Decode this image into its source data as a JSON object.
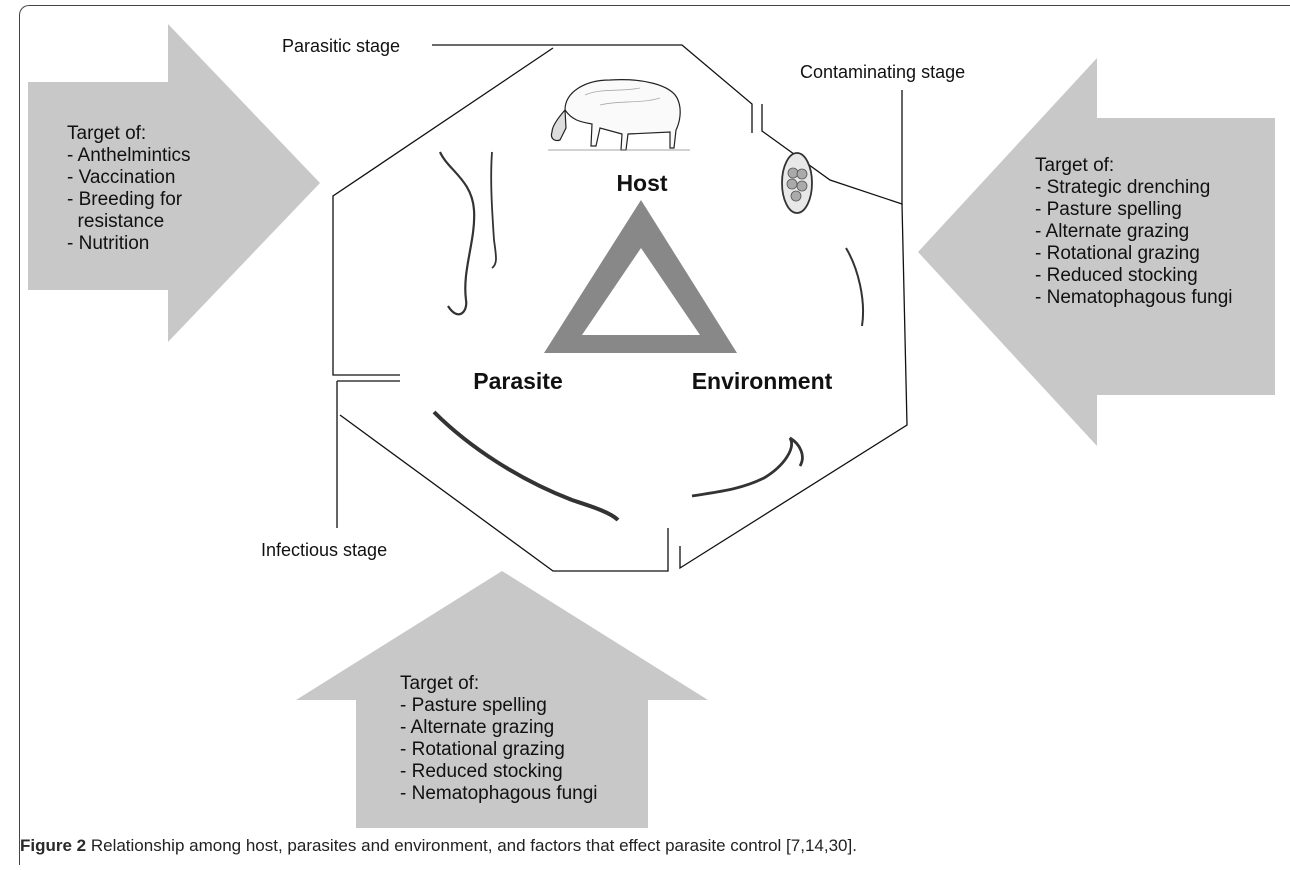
{
  "stages": {
    "parasitic": "Parasitic stage",
    "contaminating": "Contaminating stage",
    "infectious": "Infectious stage"
  },
  "triangle": {
    "host": "Host",
    "parasite": "Parasite",
    "environment": "Environment"
  },
  "targets": {
    "left": {
      "heading": "Target of:",
      "items": [
        "- Anthelmintics",
        "- Vaccination",
        "- Breeding for",
        "  resistance",
        "- Nutrition"
      ]
    },
    "right": {
      "heading": "Target of:",
      "items": [
        "- Strategic drenching",
        "- Pasture spelling",
        "- Alternate grazing",
        "- Rotational grazing",
        "- Reduced stocking",
        "- Nematophagous fungi"
      ]
    },
    "bottom": {
      "heading": "Target of:",
      "items": [
        "- Pasture spelling",
        "- Alternate grazing",
        "- Rotational grazing",
        "- Reduced stocking",
        "- Nematophagous fungi"
      ]
    }
  },
  "caption": {
    "label": "Figure 2",
    "text": " Relationship among host, parasites and environment, and factors that effect parasite control [7,14,30]."
  },
  "colors": {
    "arrow_fill": "#c8c8c8",
    "triangle_fill": "#888888",
    "line": "#111111"
  },
  "icons": [
    "sheep-grazing-illustration",
    "adult-worm-illustration",
    "egg-illustration",
    "larva-illustration"
  ]
}
